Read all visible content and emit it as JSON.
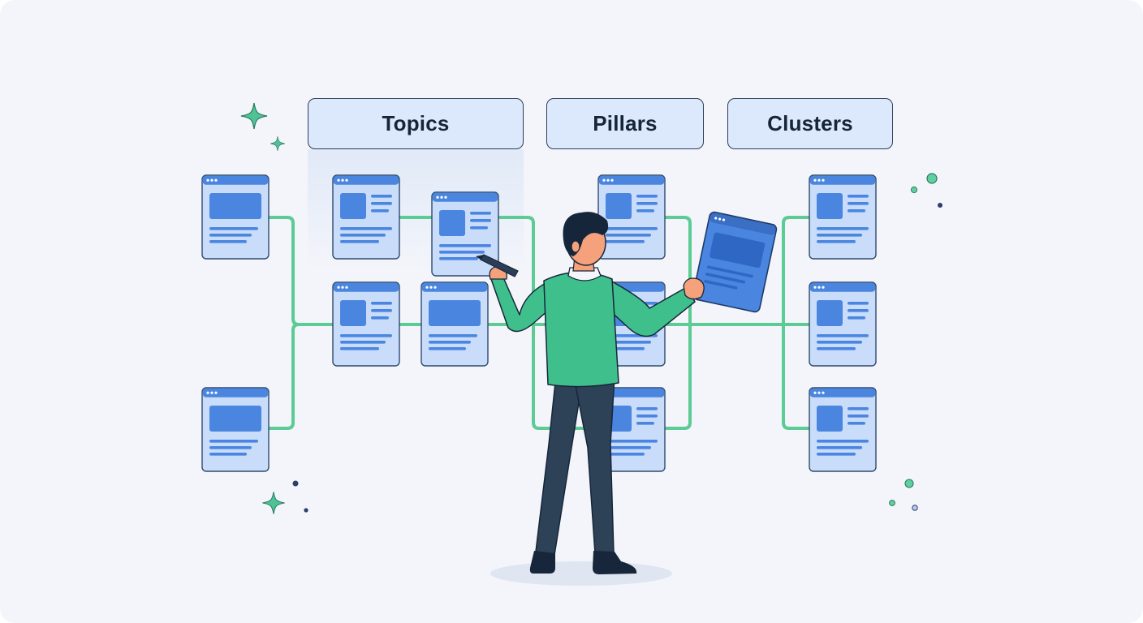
{
  "headers": {
    "topics": "Topics",
    "pillars": "Pillars",
    "clusters": "Clusters"
  },
  "colors": {
    "background": "#f3f5fa",
    "header_fill": "#dce8fb",
    "page_fill": "#c9dcfa",
    "page_accent": "#4a86e0",
    "connector": "#5ccb94",
    "sweater": "#3fbf8c",
    "pants": "#2d4157",
    "hair": "#16263a"
  },
  "icons": [
    "sparkle-icon",
    "dot-icon",
    "browser-page-icon",
    "pen-icon"
  ]
}
